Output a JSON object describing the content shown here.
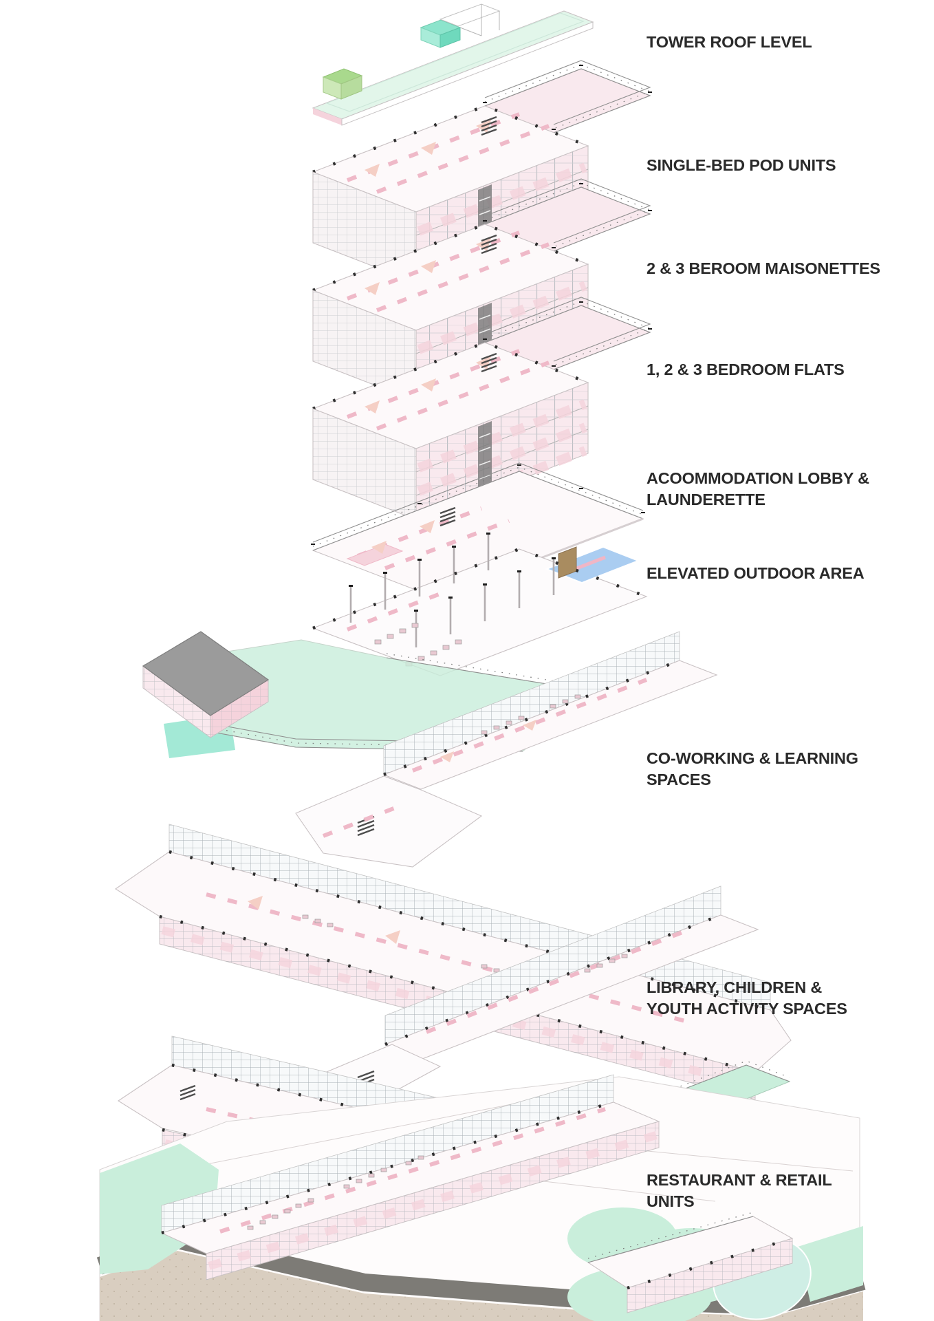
{
  "diagram": {
    "type": "exploded-axonometric-building-diagram",
    "labels": [
      {
        "id": "tower-roof",
        "lines": [
          "TOWER ROOF LEVEL"
        ]
      },
      {
        "id": "pod-units",
        "lines": [
          "SINGLE-BED POD UNITS"
        ]
      },
      {
        "id": "maisonettes",
        "lines": [
          "2 & 3 BEROOM MAISONETTES"
        ]
      },
      {
        "id": "flats",
        "lines": [
          "1, 2 & 3 BEDROOM FLATS"
        ]
      },
      {
        "id": "lobby",
        "lines": [
          "ACOOMMODATION LOBBY &",
          "LAUNDERETTE"
        ]
      },
      {
        "id": "outdoor",
        "lines": [
          "ELEVATED OUTDOOR AREA"
        ]
      },
      {
        "id": "coworking",
        "lines": [
          "CO-WORKING & LEARNING",
          "SPACES"
        ]
      },
      {
        "id": "library",
        "lines": [
          "LIBRARY, CHILDREN &",
          "YOUTH ACTIVITY SPACES"
        ]
      },
      {
        "id": "restaurant",
        "lines": [
          "RESTAURANT & RETAIL",
          "UNITS"
        ]
      }
    ],
    "colors": {
      "background": "#ffffff",
      "ink": "#2a2a2a",
      "line": "#6f6f6f",
      "line_light": "#b5b5b5",
      "pink_pale": "#f9e9ee",
      "pink_light": "#f5d3dc",
      "pink_mid": "#efb9c8",
      "salmon": "#f5cfc5",
      "mint_pale": "#e2f6ea",
      "mint": "#c9eedb",
      "green_leaf": "#a9d98d",
      "teal": "#8ce4cc",
      "pool_blue": "#aacdf1",
      "roof_gray": "#9b9b9b",
      "road_gray": "#7d7b76",
      "soil_beige": "#d9cec0",
      "pond_teal": "#cfeee5",
      "wood_brown": "#a98c60"
    }
  }
}
